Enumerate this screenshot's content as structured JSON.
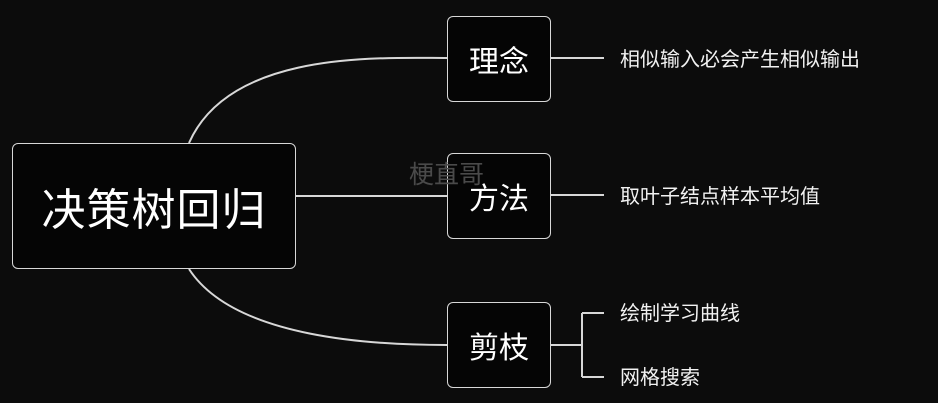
{
  "diagram": {
    "root": {
      "label": "决策树回归"
    },
    "branches": [
      {
        "label": "理念",
        "leaves": [
          "相似输入必会产生相似输出"
        ]
      },
      {
        "label": "方法",
        "leaves": [
          "取叶子结点样本平均值"
        ]
      },
      {
        "label": "剪枝",
        "leaves": [
          "绘制学习曲线",
          "网格搜索"
        ]
      }
    ],
    "watermark": "梗直哥",
    "colors": {
      "background": "#0c0c0c",
      "node_border": "#d8d8d8",
      "connector": "#d8d8d8",
      "text": "#ffffff",
      "watermark": "#4a4a4a"
    }
  }
}
